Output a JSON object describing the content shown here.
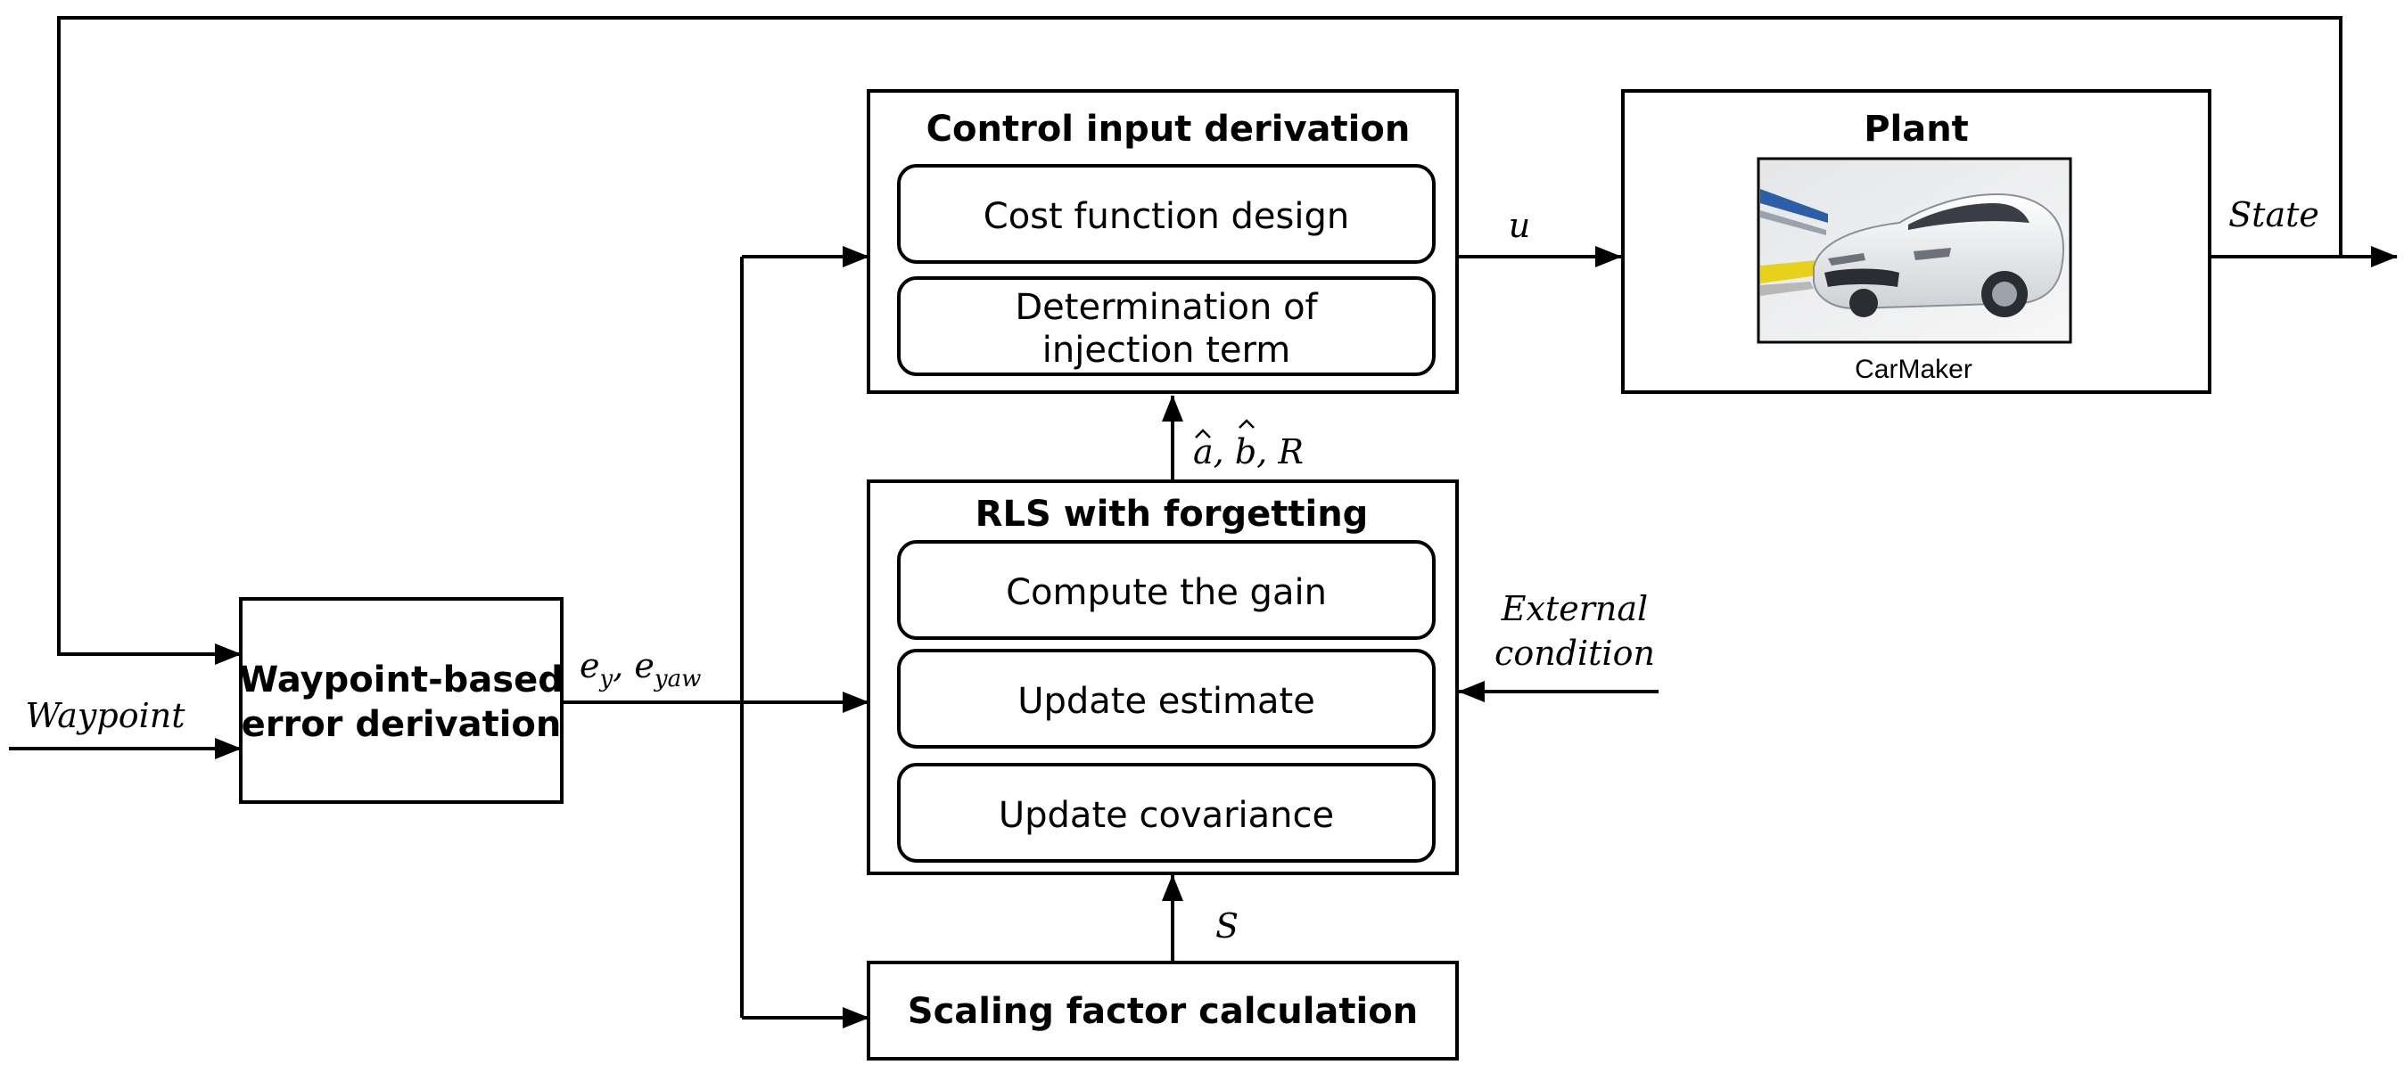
{
  "blocks": {
    "control": {
      "title": "Control input derivation",
      "items": [
        "Cost function design",
        "Determination of",
        "injection term"
      ]
    },
    "plant": {
      "title": "Plant",
      "caption": "CarMaker"
    },
    "rls": {
      "title": "RLS with forgetting",
      "items": [
        "Compute the gain",
        "Update estimate",
        "Update covariance"
      ]
    },
    "waypoint_block": {
      "line1": "Waypoint-based",
      "line2": "error derivation"
    },
    "scaling": {
      "title": "Scaling factor calculation"
    }
  },
  "signals": {
    "u": "u",
    "state": "State",
    "waypoint": "Waypoint",
    "errors": {
      "e1": "e",
      "e1_sub": "y",
      "sep": ", ",
      "e2": "e",
      "e2_sub": "yaw"
    },
    "estimates": {
      "a": "a",
      "b": "b",
      "rest": ", R",
      "sep": ", "
    },
    "external": {
      "line1": "External",
      "line2": "condition"
    },
    "s": "S"
  },
  "colors": {
    "stroke": "#000000",
    "background": "#ffffff"
  }
}
